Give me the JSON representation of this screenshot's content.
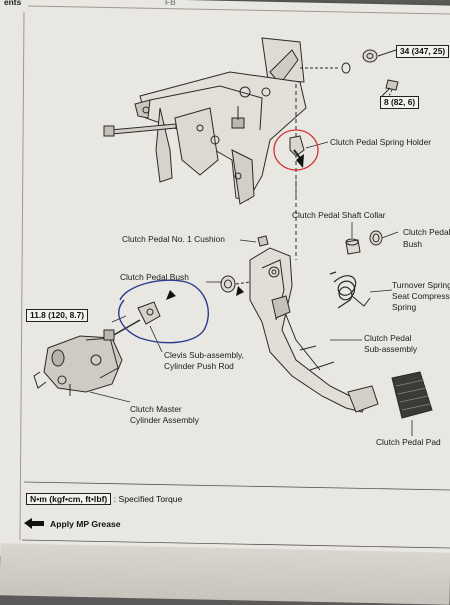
{
  "header": {
    "top_text": "ents",
    "top_text2": "FB"
  },
  "labels": {
    "torque_top": "34 (347, 25)",
    "torque_mid": "8 (82, 6)",
    "torque_left": "11.8 (120, 8.7)",
    "spring_holder": "Clutch Pedal Spring Holder",
    "shaft_collar": "Clutch Pedal Shaft Collar",
    "no1_cushion": "Clutch Pedal No. 1 Cushion",
    "bush_right_1": "Clutch Pedal",
    "bush_right_2": "Bush",
    "turnover_1": "Turnover Spring",
    "turnover_2": "Seat Compress",
    "turnover_3": "Spring",
    "pedal_bush": "Clutch Pedal Bush",
    "clevis_1": "Clevis Sub-assembly,",
    "clevis_2": "Cylinder Push Rod",
    "pedal_sub_1": "Clutch Pedal",
    "pedal_sub_2": "Sub-assembly",
    "master_1": "Clutch Master",
    "master_2": "Cylinder Assembly",
    "pedal_pad": "Clutch Pedal Pad"
  },
  "legend": {
    "torque_unit": "N•m (kgf•cm, ft•lbf)",
    "torque_desc": ": Specified Torque",
    "grease_desc": "Apply MP Grease",
    "arrow_icon": "black-left-arrow-icon"
  },
  "colors": {
    "paper": "#e9e7e1",
    "ink": "#1c1c1c",
    "red_circle": "#d23a3a",
    "blue_circle": "#2a3b8f"
  }
}
